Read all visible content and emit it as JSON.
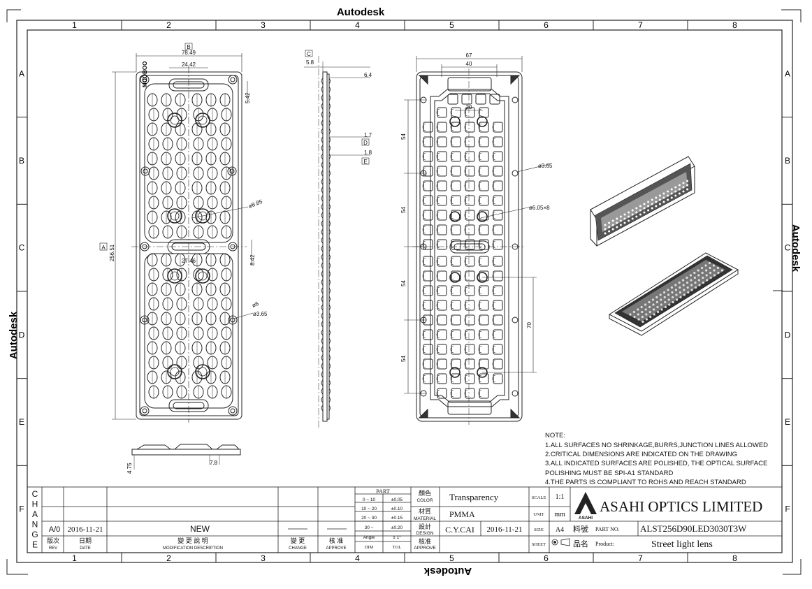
{
  "watermark": "Autodesk",
  "columns": [
    "1",
    "2",
    "3",
    "4",
    "5",
    "6",
    "7",
    "8"
  ],
  "rows": [
    "A",
    "B",
    "C",
    "D",
    "E",
    "F"
  ],
  "front_view": {
    "label_b": "B",
    "width": "78.49",
    "slot_width": "24.42",
    "slot_height": "5.42",
    "height": "256.51",
    "label_a": "A",
    "center_slot": "27.46",
    "center_gap": "8.42",
    "lens_dia": "ø8.85",
    "small_dia": "ø6",
    "hole_dia": "ø3.65",
    "mark": "MOOBOO"
  },
  "side_view": {
    "label_c": "C",
    "top": "5.8",
    "d1": "6.4",
    "d2": "1.7",
    "label_d": "D",
    "d3": "1.8",
    "label_e": "E"
  },
  "bottom_view": {
    "h": "4.75",
    "w": "7.8"
  },
  "back_view": {
    "w1": "67",
    "w2": "40",
    "w3": "20",
    "pitch": "54",
    "hole": "ø3.65",
    "lens": "ø6.05×8",
    "span": "70"
  },
  "notes": {
    "heading": "NOTE:",
    "lines": [
      "1.ALL SURFACES NO SHRINKAGE,BURRS,JUNCTION LINES ALLOWED",
      "2.CRITICAL DIMENSIONS ARE INDICATED ON THE DRAWING",
      "3.ALL INDICATED SURFACES ARE POLISHED, THE OPTICAL SURFACE",
      "POLISHING MUST BE SPI-A1 STANDARD",
      "4.THE PARTS IS COMPLIANT TO ROHS AND REACH STANDARD"
    ]
  },
  "title_block": {
    "change_letters": [
      "C",
      "H",
      "A",
      "N",
      "G",
      "E"
    ],
    "rev": "A/0",
    "rev_date": "2016-11-21",
    "description": "NEW",
    "rev_cn": "版次",
    "rev_en": "REV",
    "date_cn": "日期",
    "date_en": "DATE",
    "mod_cn": "變 更 說 明",
    "mod_en": "MODIFICATION DESCRIPTION",
    "change_cn": "變 更",
    "change_en": "CHANGE",
    "approve_cn": "核 准",
    "approve_en": "APPROVE",
    "part_label": "PART",
    "tolerances": [
      {
        "range": "0 ~ 10",
        "tol": "±0.05"
      },
      {
        "range": "10 ~ 20",
        "tol": "±0.10"
      },
      {
        "range": "20 ~ 30",
        "tol": "±0.15"
      },
      {
        "range": "30 ~",
        "tol": "±0.20"
      },
      {
        "range": "Angle",
        "tol": "± 1°"
      }
    ],
    "dim": "DIM",
    "tol": "TOL",
    "color_cn": "顏色",
    "color_en": "COLOR",
    "color_value": "Transparency",
    "material_cn": "材質",
    "material_en": "MATERIAL",
    "material_value": "PMMA",
    "design_cn": "設計",
    "design_en": "DESIGN",
    "designer": "C.Y.CAI",
    "design_date": "2016-11-21",
    "approve2_cn": "核准",
    "approve2_en": "APPROVE",
    "scale_label": "SCALE",
    "scale_value": "1:1",
    "unit_label": "UNIT",
    "unit_value": "mm",
    "size_label": "SIZE",
    "size_value": "A4",
    "sheet_label": "SHEET",
    "company": "ASAHI OPTICS LIMITED",
    "logo_text": "ASAHI",
    "part_no_cn": "料號",
    "part_no_label": "PART NO.",
    "part_no": "ALST256D90LED3030T3W",
    "product_cn": "品名",
    "product_label": "Product:",
    "product": "Street light lens"
  }
}
